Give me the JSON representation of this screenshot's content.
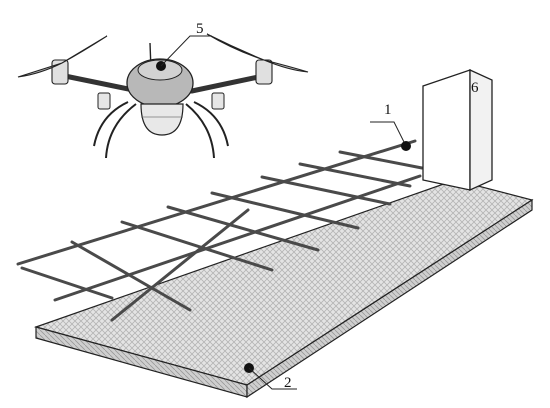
{
  "labels": {
    "sensor_node": "1",
    "ground_node": "2",
    "drone_node": "5",
    "base_station": "6"
  }
}
